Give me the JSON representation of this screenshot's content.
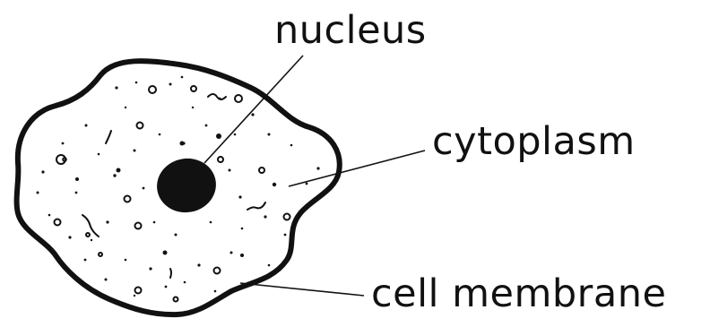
{
  "diagram": {
    "labels": {
      "nucleus": "nucleus",
      "cytoplasm": "cytoplasm",
      "cell_membrane": "cell membrane"
    },
    "colors": {
      "ink": "#111111",
      "background": "#ffffff"
    }
  }
}
